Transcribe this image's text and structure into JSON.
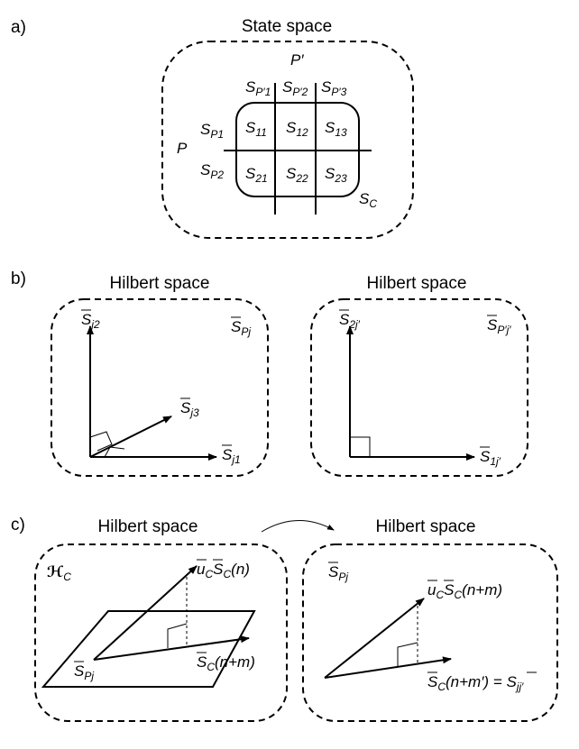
{
  "panels": {
    "a": {
      "label": "a)",
      "title": "State space",
      "p_prime": "P′",
      "p": "P",
      "cols": [
        {
          "base": "S",
          "sub": "P′1"
        },
        {
          "base": "S",
          "sub": "P′2"
        },
        {
          "base": "S",
          "sub": "P′3"
        }
      ],
      "rows": [
        {
          "base": "S",
          "sub": "P1"
        },
        {
          "base": "S",
          "sub": "P2"
        }
      ],
      "cells": [
        {
          "base": "S",
          "sub": "11"
        },
        {
          "base": "S",
          "sub": "12"
        },
        {
          "base": "S",
          "sub": "13"
        },
        {
          "base": "S",
          "sub": "21"
        },
        {
          "base": "S",
          "sub": "22"
        },
        {
          "base": "S",
          "sub": "23"
        }
      ],
      "sc": {
        "base": "S",
        "sub": "C"
      }
    },
    "b": {
      "label": "b)",
      "left": {
        "title": "Hilbert space",
        "corner": {
          "base": "S",
          "sub": "Pj"
        },
        "axis_y": {
          "base": "S",
          "sub": "j2"
        },
        "axis_x": {
          "base": "S",
          "sub": "j1"
        },
        "diag": {
          "base": "S",
          "sub": "j3"
        }
      },
      "right": {
        "title": "Hilbert space",
        "corner": {
          "base": "S",
          "sub": "P′j′"
        },
        "axis_y": {
          "base": "S",
          "sub": "2j′"
        },
        "axis_x": {
          "base": "S",
          "sub": "1j′"
        }
      }
    },
    "c": {
      "label": "c)",
      "left": {
        "title": "Hilbert space",
        "hc": {
          "base": "ℋ",
          "sub": "C"
        },
        "top": {
          "u": "u",
          "u_sub": "C",
          "s": "S",
          "s_sub": "C",
          "arg": "(n)"
        },
        "proj": {
          "s": "S",
          "s_sub": "C",
          "arg": "(n+m)"
        },
        "base": {
          "base": "S",
          "sub": "Pj"
        }
      },
      "right": {
        "title": "Hilbert space",
        "corner": {
          "base": "S",
          "sub": "Pj"
        },
        "top": {
          "u": "u",
          "u_sub": "C",
          "s": "S",
          "s_sub": "C",
          "arg": "(n+m)"
        },
        "proj": {
          "s": "S",
          "s_sub": "C",
          "arg": "(n+m′)",
          "eq": " = ",
          "s2": "S",
          "s2_sub": "jj′"
        }
      }
    }
  }
}
